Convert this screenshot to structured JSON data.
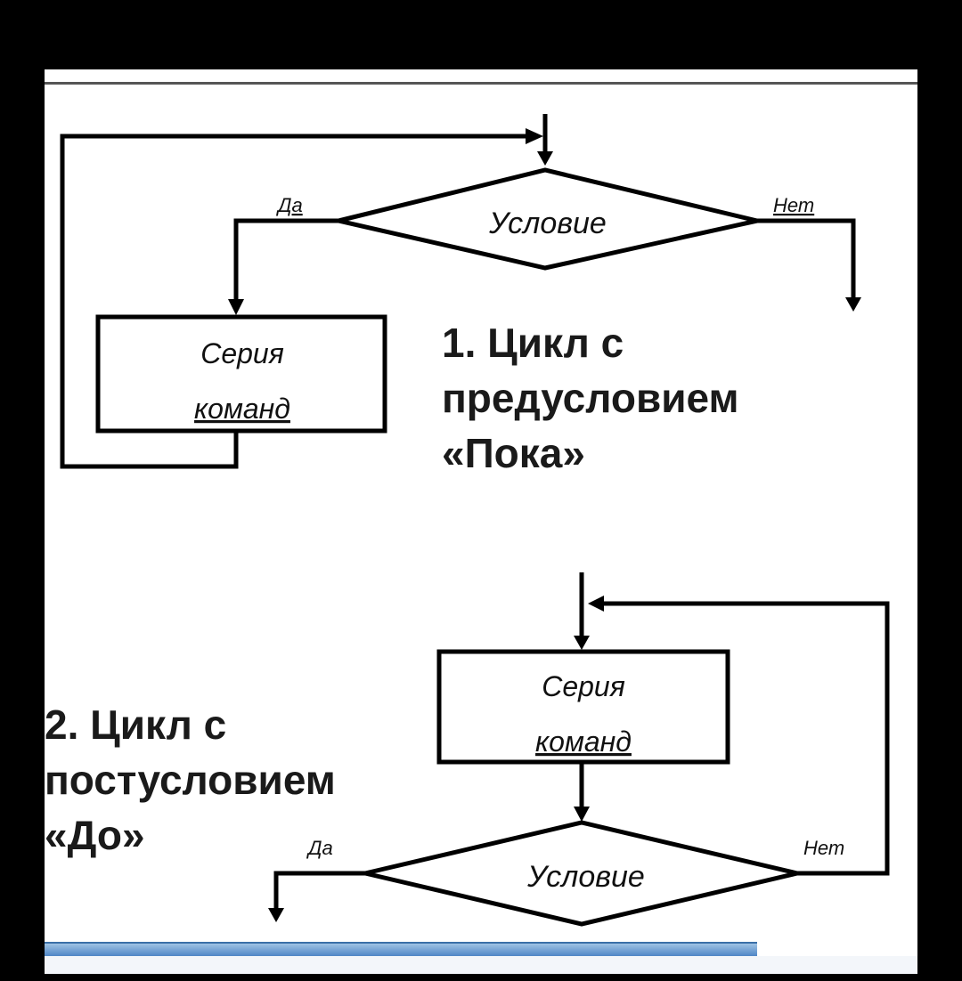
{
  "loop1": {
    "condition": "Условие",
    "yes": "Да",
    "no": "Нет",
    "body_line1": "Серия",
    "body_line2": "команд",
    "title_line1": "1. Цикл с",
    "title_line2": "предусловием",
    "title_line3": "«Пока»"
  },
  "loop2": {
    "condition": "Условие",
    "yes": "Да",
    "no": "Нет",
    "body_line1": "Серия",
    "body_line2": "команд",
    "title_line1": "2. Цикл с",
    "title_line2": "постусловием",
    "title_line3": "«До»"
  },
  "colors": {
    "background": "#000000",
    "panel": "#ffffff",
    "stroke": "#000000",
    "bottom_band": "#4f86c6"
  }
}
